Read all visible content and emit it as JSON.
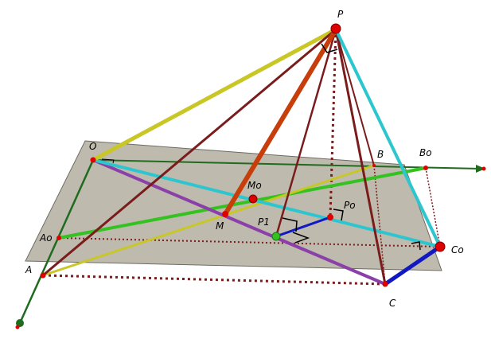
{
  "points": {
    "P": "P",
    "O": "O",
    "A": "A",
    "Ao": "Ao",
    "B": "B",
    "Bo": "Bo",
    "C": "C",
    "Co": "Co",
    "M": "M",
    "Mo": "Mo",
    "P1": "P1",
    "Po": "Po"
  },
  "colors": {
    "plane": "#b3ae9f",
    "yellow": "#c9c725",
    "cyan": "#2cc6cf",
    "maroon": "#7a1c1c",
    "orange": "#c73e0a",
    "green": "#33c21f",
    "purple": "#8b3fa8",
    "blue": "#1219c0",
    "dark_green": "#1f6b1f",
    "point_red": "#e00000"
  }
}
